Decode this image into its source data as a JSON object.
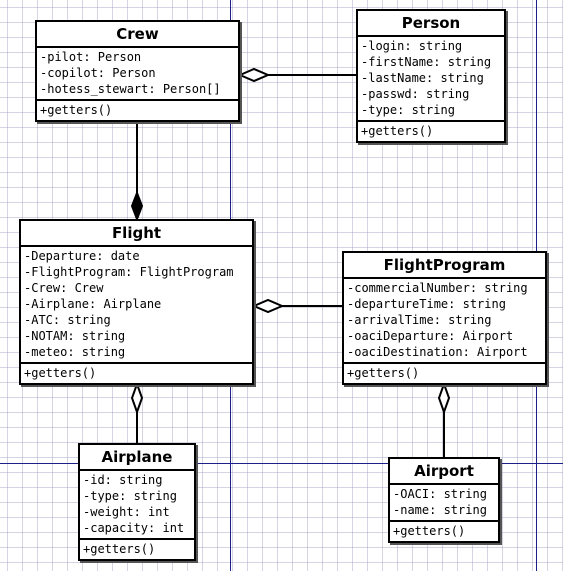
{
  "classes": {
    "crew": {
      "name": "Crew",
      "attributes": [
        "-pilot: Person",
        "-copilot: Person",
        "-hotess_stewart: Person[]"
      ],
      "operations": [
        "+getters()"
      ]
    },
    "person": {
      "name": "Person",
      "attributes": [
        "-login: string",
        "-firstName: string",
        "-lastName: string",
        "-passwd: string",
        "-type: string"
      ],
      "operations": [
        "+getters()"
      ]
    },
    "flight": {
      "name": "Flight",
      "attributes": [
        "-Departure: date",
        "-FlightProgram: FlightProgram",
        "-Crew: Crew",
        "-Airplane: Airplane",
        "-ATC: string",
        "-NOTAM: string",
        "-meteo: string"
      ],
      "operations": [
        "+getters()"
      ]
    },
    "flightprogram": {
      "name": "FlightProgram",
      "attributes": [
        "-commercialNumber: string",
        "-departureTime: string",
        "-arrivalTime: string",
        "-oaciDeparture: Airport",
        "-oaciDestination: Airport"
      ],
      "operations": [
        "+getters()"
      ]
    },
    "airplane": {
      "name": "Airplane",
      "attributes": [
        "-id: string",
        "-type: string",
        "-weight: int",
        "-capacity: int"
      ],
      "operations": [
        "+getters()"
      ]
    },
    "airport": {
      "name": "Airport",
      "attributes": [
        "-OACI: string",
        "-name: string"
      ],
      "operations": [
        "+getters()"
      ]
    }
  },
  "relations": [
    {
      "from": "crew",
      "to": "person",
      "type": "aggregation",
      "diamond_at": "crew"
    },
    {
      "from": "flight",
      "to": "crew",
      "type": "composition",
      "diamond_at": "flight"
    },
    {
      "from": "flight",
      "to": "flightprogram",
      "type": "aggregation",
      "diamond_at": "flight"
    },
    {
      "from": "flight",
      "to": "airplane",
      "type": "aggregation",
      "diamond_at": "flight"
    },
    {
      "from": "flightprogram",
      "to": "airport",
      "type": "aggregation",
      "diamond_at": "flightprogram"
    }
  ],
  "colors": {
    "page_border": "#1f1f8a",
    "grid": "#a0a0be",
    "line": "#000000"
  }
}
